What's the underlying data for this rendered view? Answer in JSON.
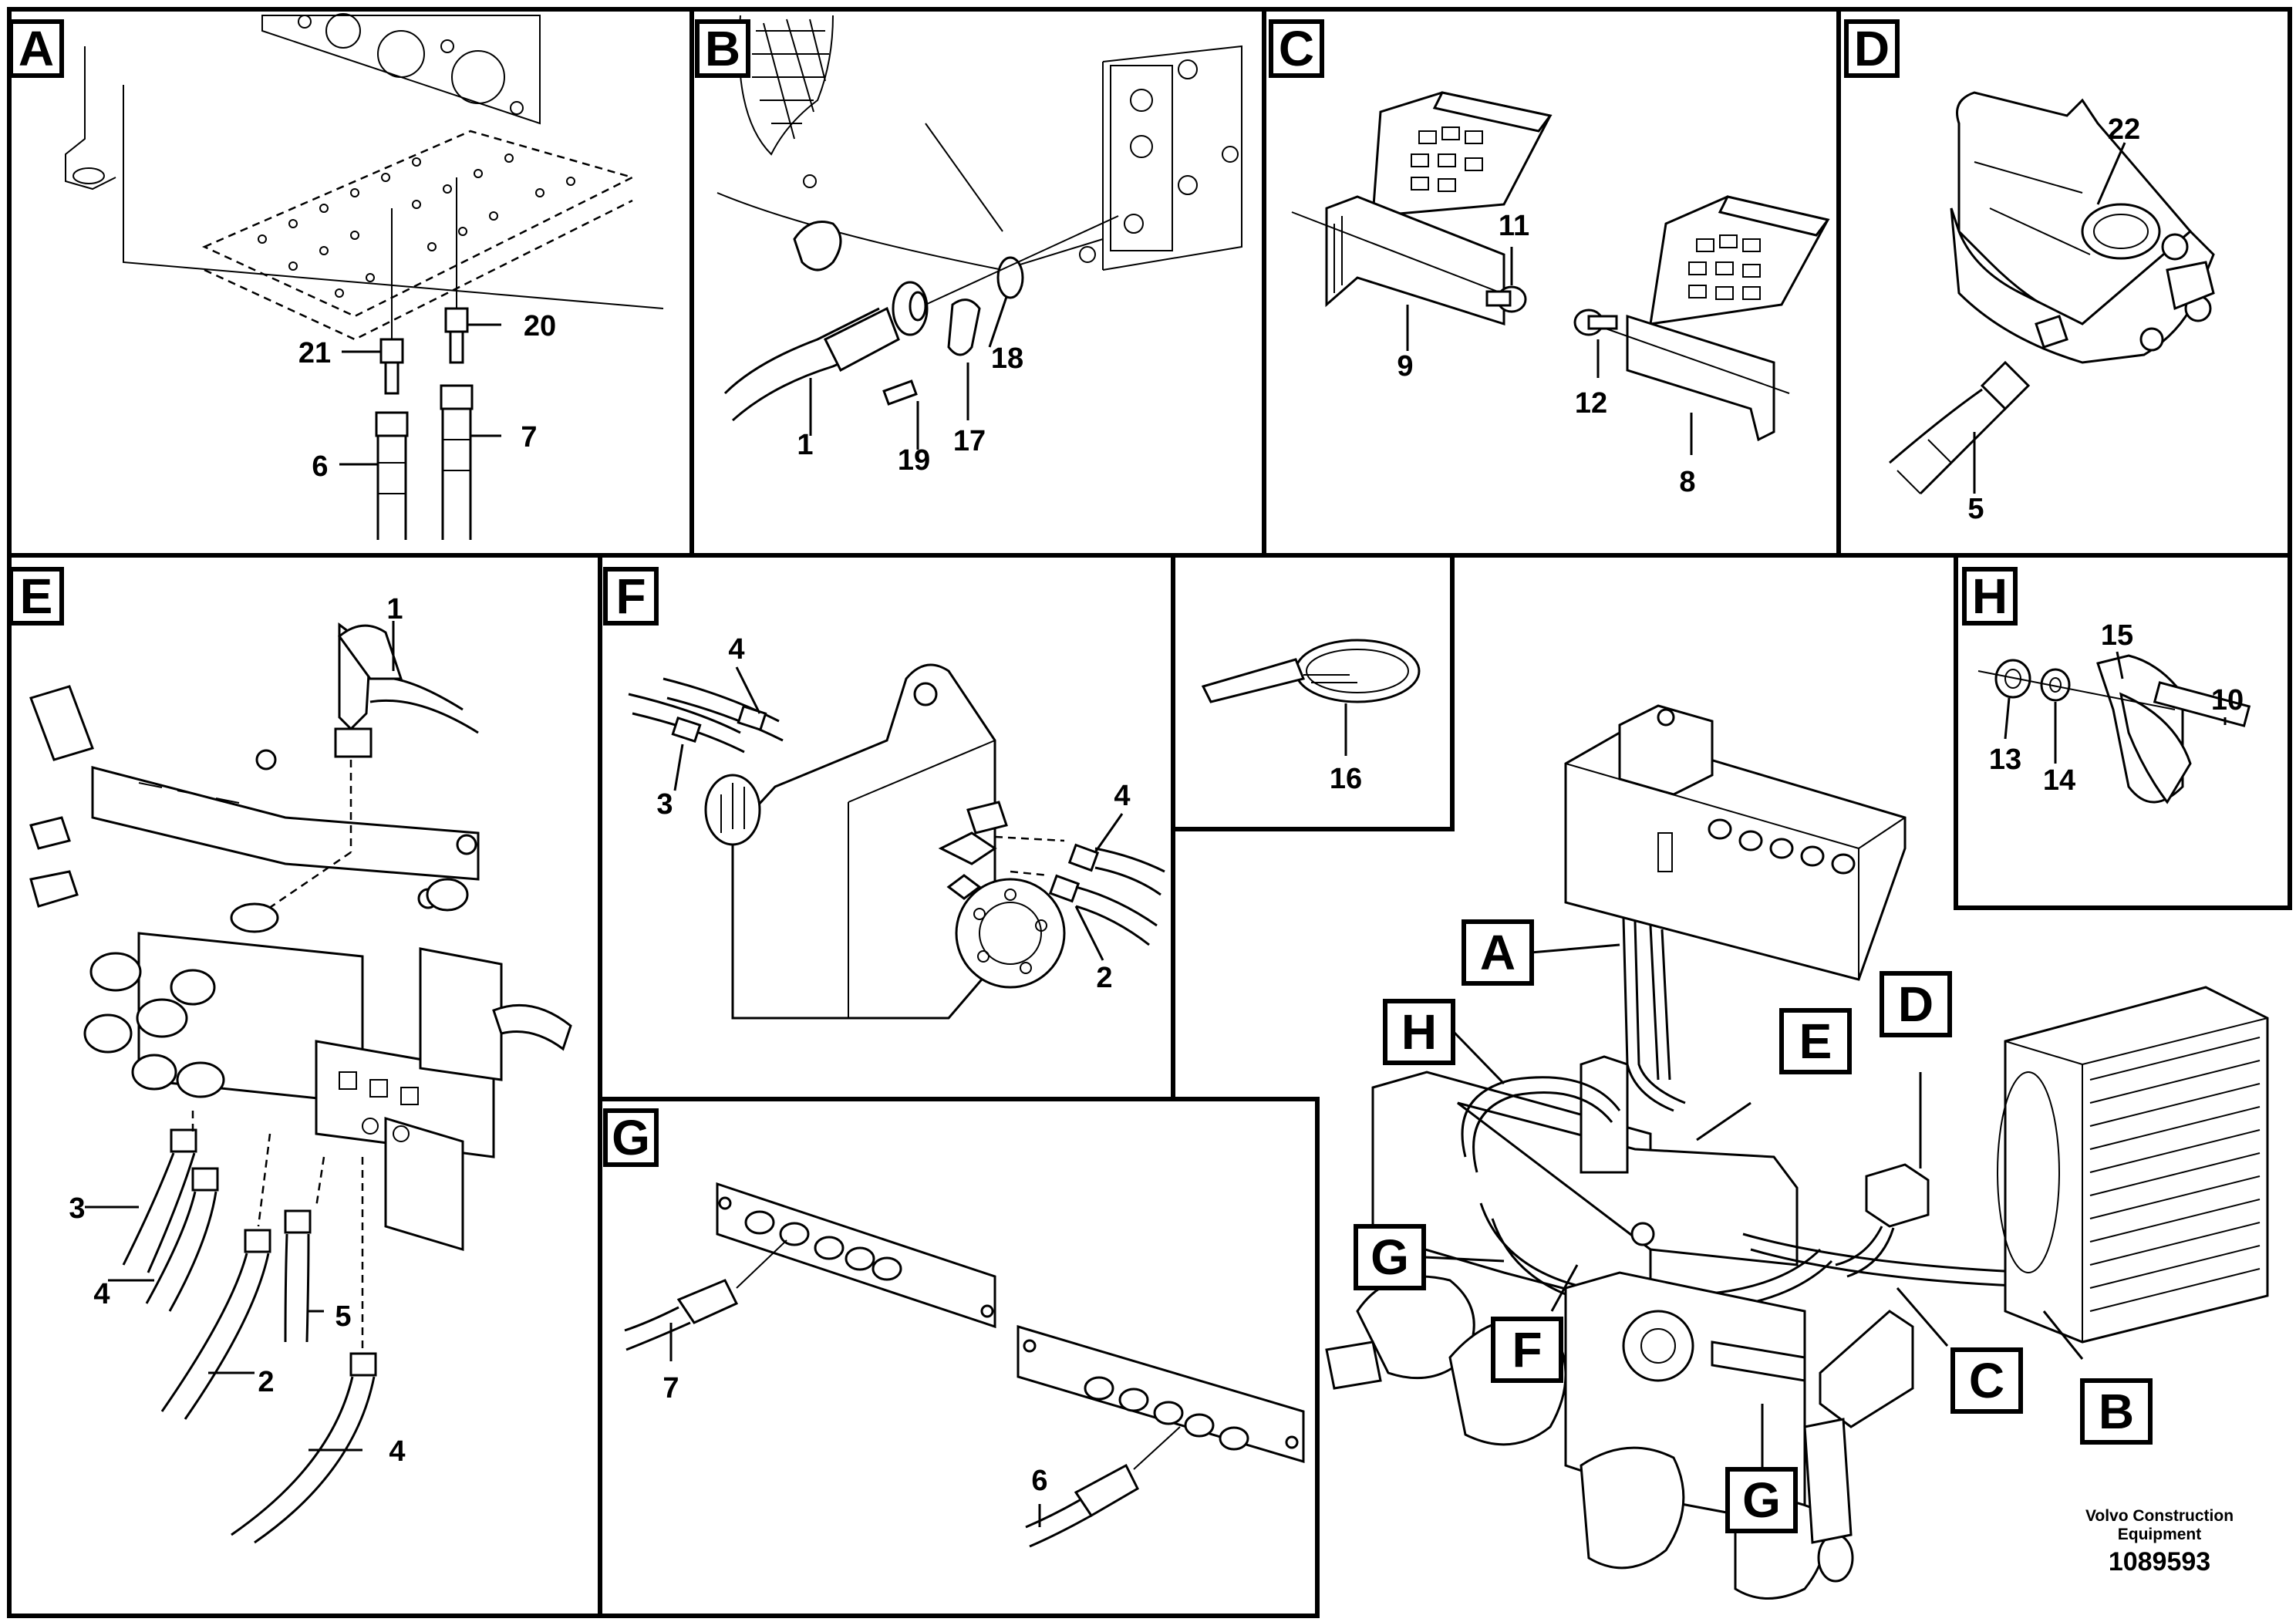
{
  "panels": [
    {
      "id": "A",
      "label": "A"
    },
    {
      "id": "B",
      "label": "B"
    },
    {
      "id": "C",
      "label": "C"
    },
    {
      "id": "D",
      "label": "D"
    },
    {
      "id": "E",
      "label": "E"
    },
    {
      "id": "F",
      "label": "F"
    },
    {
      "id": "tie",
      "label": ""
    },
    {
      "id": "H",
      "label": "H"
    },
    {
      "id": "G",
      "label": "G"
    }
  ],
  "callouts": {
    "A": [
      "21",
      "20",
      "6",
      "7"
    ],
    "B": [
      "18",
      "1",
      "19",
      "17"
    ],
    "C": [
      "11",
      "9",
      "12",
      "8"
    ],
    "D": [
      "22",
      "5"
    ],
    "E": [
      "1",
      "3",
      "4",
      "5",
      "2",
      "4"
    ],
    "F": [
      "4",
      "3",
      "4",
      "2"
    ],
    "tie": [
      "16"
    ],
    "H": [
      "15",
      "10",
      "13",
      "14"
    ],
    "G": [
      "7",
      "6"
    ]
  },
  "overview_tags": [
    "A",
    "H",
    "E",
    "D",
    "G",
    "F",
    "C",
    "B",
    "G"
  ],
  "footer": {
    "company_line1": "Volvo Construction",
    "company_line2": "Equipment",
    "doc_number": "1089593"
  }
}
